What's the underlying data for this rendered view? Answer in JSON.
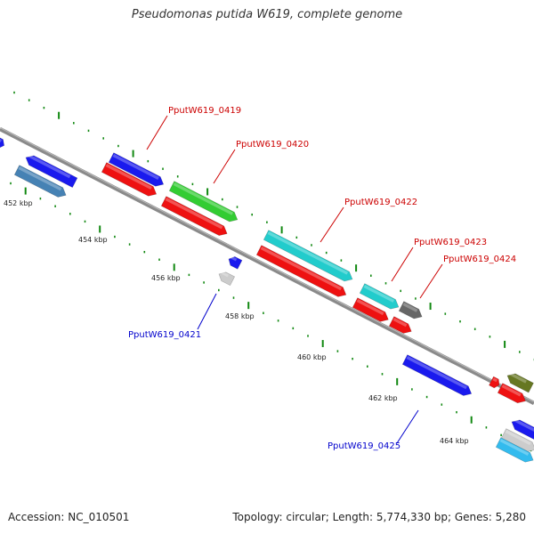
{
  "title": "Pseudomonas putida W619, complete genome",
  "accession_text": "Accession: NC_010501",
  "topology_text": "Topology: circular; Length: 5,774,330 bp; Genes: 5,280",
  "tick_labels": [
    "452 kbp",
    "454 kbp",
    "456 kbp",
    "458 kbp",
    "460 kbp",
    "462 kbp",
    "464 kbp"
  ],
  "gene_labels": [
    {
      "text": "PputW619_0419",
      "color": "#cc0000"
    },
    {
      "text": "PputW619_0420",
      "color": "#cc0000"
    },
    {
      "text": "PputW619_0421",
      "color": "#0000cc"
    },
    {
      "text": "PputW619_0422",
      "color": "#cc0000"
    },
    {
      "text": "PputW619_0423",
      "color": "#cc0000"
    },
    {
      "text": "PputW619_0424",
      "color": "#cc0000"
    },
    {
      "text": "PputW619_0425",
      "color": "#0000cc"
    }
  ],
  "colors": {
    "backbone": "#8a8a8a",
    "tick": "#118811",
    "cds_blue": "#1a1aee",
    "cds_red": "#ee1111",
    "cds_green": "#33cc33",
    "cds_cyan": "#22cccc",
    "cds_gray": "#666666",
    "cds_steel": "#4682b4",
    "cds_olive": "#667722",
    "cds_light": "#cccccc"
  }
}
